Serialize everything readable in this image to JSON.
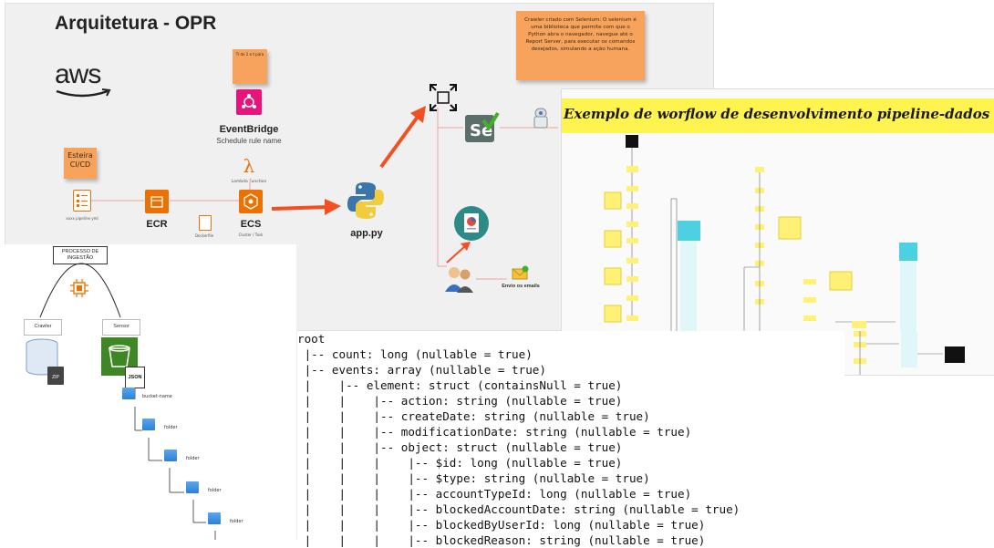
{
  "board": {
    "title": "Arquitetura - OPR",
    "aws_logo": "aws",
    "sticky_crawler": "Crawler criado com Selenium: O selenium é uma biblioteca que permite com que o Python abra o navegador, navegue até o Report Server, para executar os comandos desejados, simulando a ação humana.",
    "sticky_schedule": "Tr   de 2 o t   para",
    "sticky_cicd": "Esteira CI/CD",
    "eventbridge_label": "EventBridge",
    "eventbridge_sub": "Schedule rule name",
    "lambda_label": "Lambda Function",
    "pipeline_label": "xxxx pipeline yml",
    "ecr_label": "ECR",
    "ecs_label": "ECS",
    "ecs_sub": "Cluster / Task",
    "dockerfile_label": "Dockerfile",
    "app_label": "app.py",
    "email_label": "Envio os emails",
    "icons": [
      "aws-logo",
      "eventbridge-icon",
      "lambda-icon",
      "checklist-icon",
      "ecr-icon",
      "ecs-icon",
      "dockerfile-icon",
      "python-icon",
      "fullscreen-icon",
      "selenium-icon",
      "robot-icon",
      "report-icon",
      "users-icon",
      "email-icon"
    ],
    "colors": {
      "arrow": "#f25022",
      "sticky": "#f7a35c",
      "pink": "#e7157b",
      "orange": "#ed7100"
    }
  },
  "workflow": {
    "title": "Exemplo de worflow de desenvolvimento pipeline-dados",
    "title_bg": "#fff44f"
  },
  "process": {
    "title": "PROCESSO DE INGESTÃO",
    "node_a": "Crawler",
    "node_b": "Sensor",
    "zip_label": "ZIP",
    "json_label": "JSON",
    "folders": [
      "bucket-name",
      "folder",
      "folder",
      "folder",
      "folder"
    ]
  },
  "schema": {
    "lines": [
      "root",
      " |-- count: long (nullable = true)",
      " |-- events: array (nullable = true)",
      " |    |-- element: struct (containsNull = true)",
      " |    |    |-- action: string (nullable = true)",
      " |    |    |-- createDate: string (nullable = true)",
      " |    |    |-- modificationDate: string (nullable = true)",
      " |    |    |-- object: struct (nullable = true)",
      " |    |    |    |-- $id: long (nullable = true)",
      " |    |    |    |-- $type: string (nullable = true)",
      " |    |    |    |-- accountTypeId: long (nullable = true)",
      " |    |    |    |-- blockedAccountDate: string (nullable = true)",
      " |    |    |    |-- blockedByUserId: long (nullable = true)",
      " |    |    |    |-- blockedReason: string (nullable = true)"
    ]
  }
}
